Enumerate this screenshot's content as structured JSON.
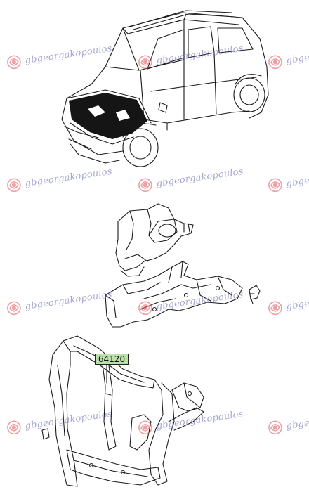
{
  "watermark": {
    "text": "gbgeorgakopoulos",
    "color": "#5a5fa8",
    "logo_color": "#e0525a",
    "logo_icon": "gb-logo-icon"
  },
  "part": {
    "label": "64120",
    "label_background": "#b8e0a8"
  },
  "drawing": {
    "line_color": "#1a1a1a",
    "components": [
      "car-overview",
      "fender-apron-upper",
      "front-side-member",
      "small-bracket",
      "radiator-support-panel"
    ]
  }
}
